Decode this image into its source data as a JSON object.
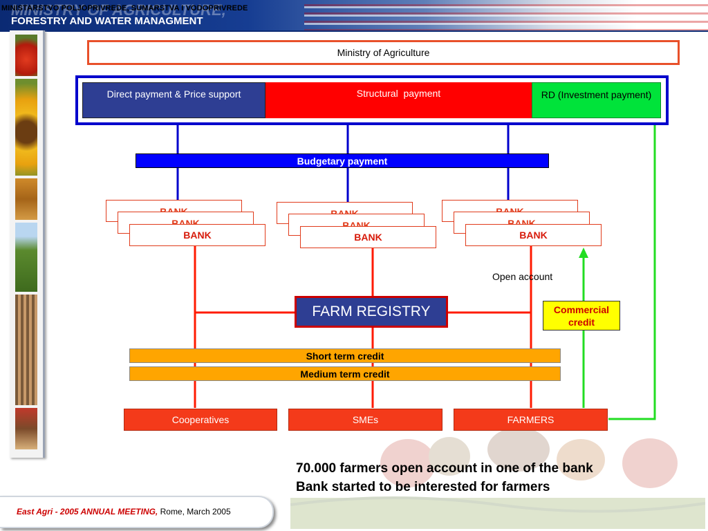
{
  "header": {
    "top_line": "MINISTARSTVO POLJOPRIVREDE, SUMARSTVA I VODOPRIVREDE",
    "title_ghost": "MINISTRY OF AGRICULTURE,",
    "title": "FORESTRY AND WATER MANAGMENT"
  },
  "diagram": {
    "ministry": "Ministry of Agriculture",
    "payments": {
      "direct": "Direct payment & Price support",
      "structural": "Structural  payment",
      "rd": "RD (Investment payment)"
    },
    "budgetary": "Budgetary payment",
    "bank_label": "BANK",
    "open_account": "Open account",
    "farm_registry": "FARM REGISTRY",
    "commercial_credit": "Commercial credit",
    "short_term": "Short term credit",
    "medium_term": "Medium term credit",
    "recipients": {
      "cooperatives": "Cooperatives",
      "smes": "SMEs",
      "farmers": "FARMERS"
    }
  },
  "headline": {
    "line1": "70.000 farmers open account in one of the bank",
    "line2": "Bank started to be interested for farmers"
  },
  "footer": {
    "event": "East Agri - 2005 ANNUAL MEETING,",
    "place_date": " Rome, March 2005"
  },
  "colors": {
    "navy": "#0000cc",
    "red": "#ff0000",
    "green": "#00dd00",
    "orange": "#ffa500",
    "bank_red": "#e03a1a"
  }
}
